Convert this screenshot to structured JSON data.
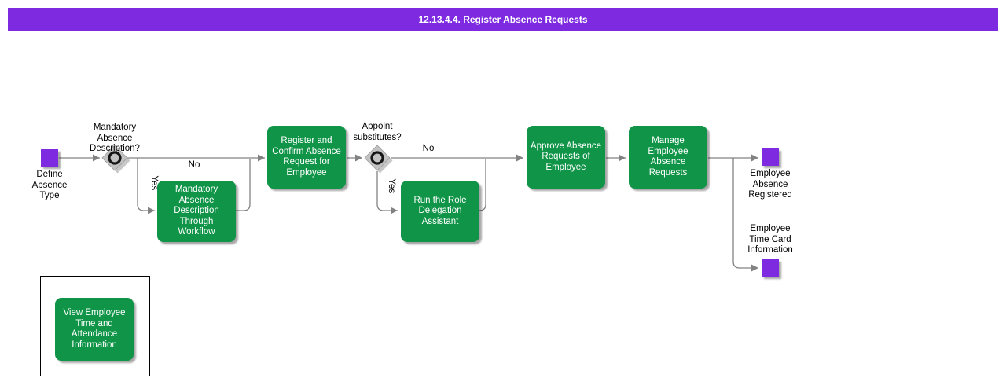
{
  "title": "12.13.4.4. Register Absence Requests",
  "colors": {
    "purple": "#7d2ae0",
    "green": "#109448",
    "line_gray": "#828282",
    "gateway_gray": "#c2c2c2",
    "label_black": "#000000",
    "task_text_white": "#ffffff"
  },
  "events": {
    "start": {
      "label": "Define\nAbsence\nType"
    },
    "absence_registered": {
      "label": "Employee\nAbsence\nRegistered"
    },
    "time_card": {
      "label": "Employee\nTime Card\nInformation"
    }
  },
  "gateways": {
    "mandatory_description": {
      "question": "Mandatory\nAbsence\nDescription?",
      "no_label": "No",
      "yes_label": "Yes"
    },
    "appoint_substitutes": {
      "question": "Appoint\nsubstitutes?",
      "no_label": "No",
      "yes_label": "Yes"
    }
  },
  "tasks": {
    "mandatory_workflow": {
      "label": "Mandatory\nAbsence\nDescription\nThrough\nWorkflow"
    },
    "register_confirm": {
      "label": "Register and\nConfirm Absence\nRequest for\nEmployee"
    },
    "run_delegation": {
      "label": "Run the Role\nDelegation\nAssistant"
    },
    "approve_requests": {
      "label": "Approve Absence\nRequests of\nEmployee"
    },
    "manage_requests": {
      "label": "Manage\nEmployee\nAbsence\nRequests"
    },
    "view_attendance": {
      "label": "View Employee\nTime and\nAttendance\nInformation"
    }
  }
}
